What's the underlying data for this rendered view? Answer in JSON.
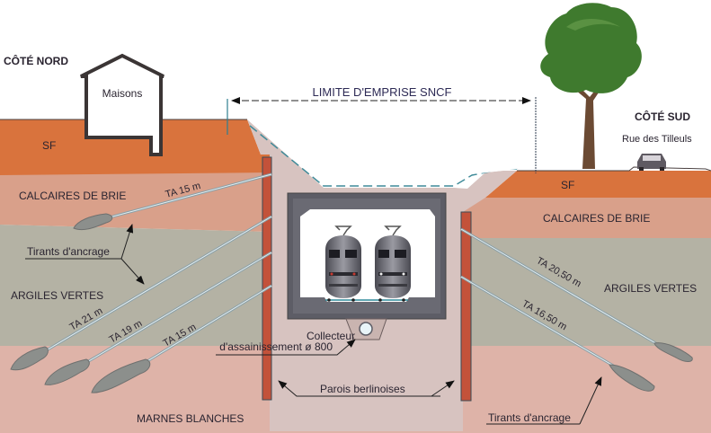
{
  "title": "LIMITE D'EMPRISE SNCF",
  "sides": {
    "north": "CÔTÉ NORD",
    "south": "CÔTÉ SUD",
    "street": "Rue des Tilleuls"
  },
  "structures": {
    "houses": "Maisons",
    "collector_line1": "Collecteur",
    "collector_line2": "d'assainissement ø 800",
    "walls": "Parois berlinoises",
    "anchors_left": "Tirants d'ancrage",
    "anchors_right": "Tirants d'ancrage"
  },
  "layers": [
    {
      "id": "sf",
      "label_left": "SF",
      "label_right": "SF",
      "color": "#d9733d"
    },
    {
      "id": "calcaires",
      "label_left": "CALCAIRES DE BRIE",
      "label_right": "CALCAIRES DE BRIE",
      "color": "#d9a08a"
    },
    {
      "id": "argiles",
      "label_left": "ARGILES VERTES",
      "label_right": "ARGILES VERTES",
      "color": "#b4b2a4"
    },
    {
      "id": "marnes",
      "label_left": "MARNES BLANCHES",
      "color": "#deb3a8"
    }
  ],
  "anchors": {
    "left": [
      {
        "label": "TA 15 m"
      },
      {
        "label": "TA 21 m"
      },
      {
        "label": "TA 19 m"
      },
      {
        "label": "TA 15 m"
      }
    ],
    "right": [
      {
        "label": "TA 20,50 m"
      },
      {
        "label": "TA 16,50 m"
      }
    ]
  },
  "colors": {
    "wall": "#c3523a",
    "tunnel": "#5d5d66",
    "excavation": "#d7c3c0",
    "tree": "#3f7a2e",
    "trunk": "#6b4a33",
    "bulb": "#8c8f8c"
  }
}
